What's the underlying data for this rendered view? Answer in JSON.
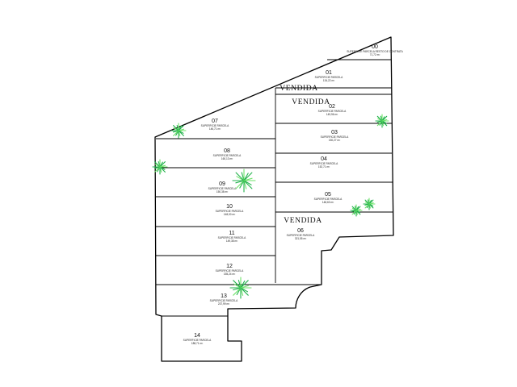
{
  "plan": {
    "lots": [
      {
        "id": "00",
        "caption": "SUPERFICIE PARCELA RESTO DE CONTRATA",
        "area": "71,72 m²"
      },
      {
        "id": "01",
        "caption": "SUPERFICIE PARCELA",
        "area": "134,22 m²"
      },
      {
        "id": "02",
        "caption": "SUPERFICIE PARCELA",
        "area": "149,96 m²"
      },
      {
        "id": "03",
        "caption": "SUPERFICIE PARCELA",
        "area": "150,27 m²"
      },
      {
        "id": "04",
        "caption": "SUPERFICIE PARCELA",
        "area": "152,71 m²"
      },
      {
        "id": "05",
        "caption": "SUPERFICIE PARCELA",
        "area": "148,63 m²"
      },
      {
        "id": "06",
        "caption": "SUPERFICIE PARCELA",
        "area": "321,55 m²"
      },
      {
        "id": "07",
        "caption": "SUPERFICIE PARCELA",
        "area": "146,71 m²"
      },
      {
        "id": "08",
        "caption": "SUPERFICIE PARCELA",
        "area": "160,13 m²"
      },
      {
        "id": "09",
        "caption": "SUPERFICIE PARCELA",
        "area": "150,38 m²"
      },
      {
        "id": "10",
        "caption": "SUPERFICIE PARCELA",
        "area": "148,00 m²"
      },
      {
        "id": "11",
        "caption": "SUPERFICIE PARCELA",
        "area": "149,38 m²"
      },
      {
        "id": "12",
        "caption": "SUPERFICIE PARCELA",
        "area": "155,24 m²"
      },
      {
        "id": "13",
        "caption": "SUPERFICIE PARCELA",
        "area": "237,99 m²"
      },
      {
        "id": "14",
        "caption": "SUPERFICIE PARCELA",
        "area": "188,71 m²"
      }
    ],
    "sold_labels": [
      {
        "lot": "01",
        "text": "VENDIDA"
      },
      {
        "lot": "02",
        "text": "VENDIDA"
      },
      {
        "lot": "06",
        "text": "VENDIDA"
      }
    ],
    "colors": {
      "boundary": "#000000",
      "background": "#ffffff",
      "tree_dark": "#22b14c",
      "tree_light": "#6ee36a"
    },
    "icons": [
      "tree-icon"
    ]
  }
}
